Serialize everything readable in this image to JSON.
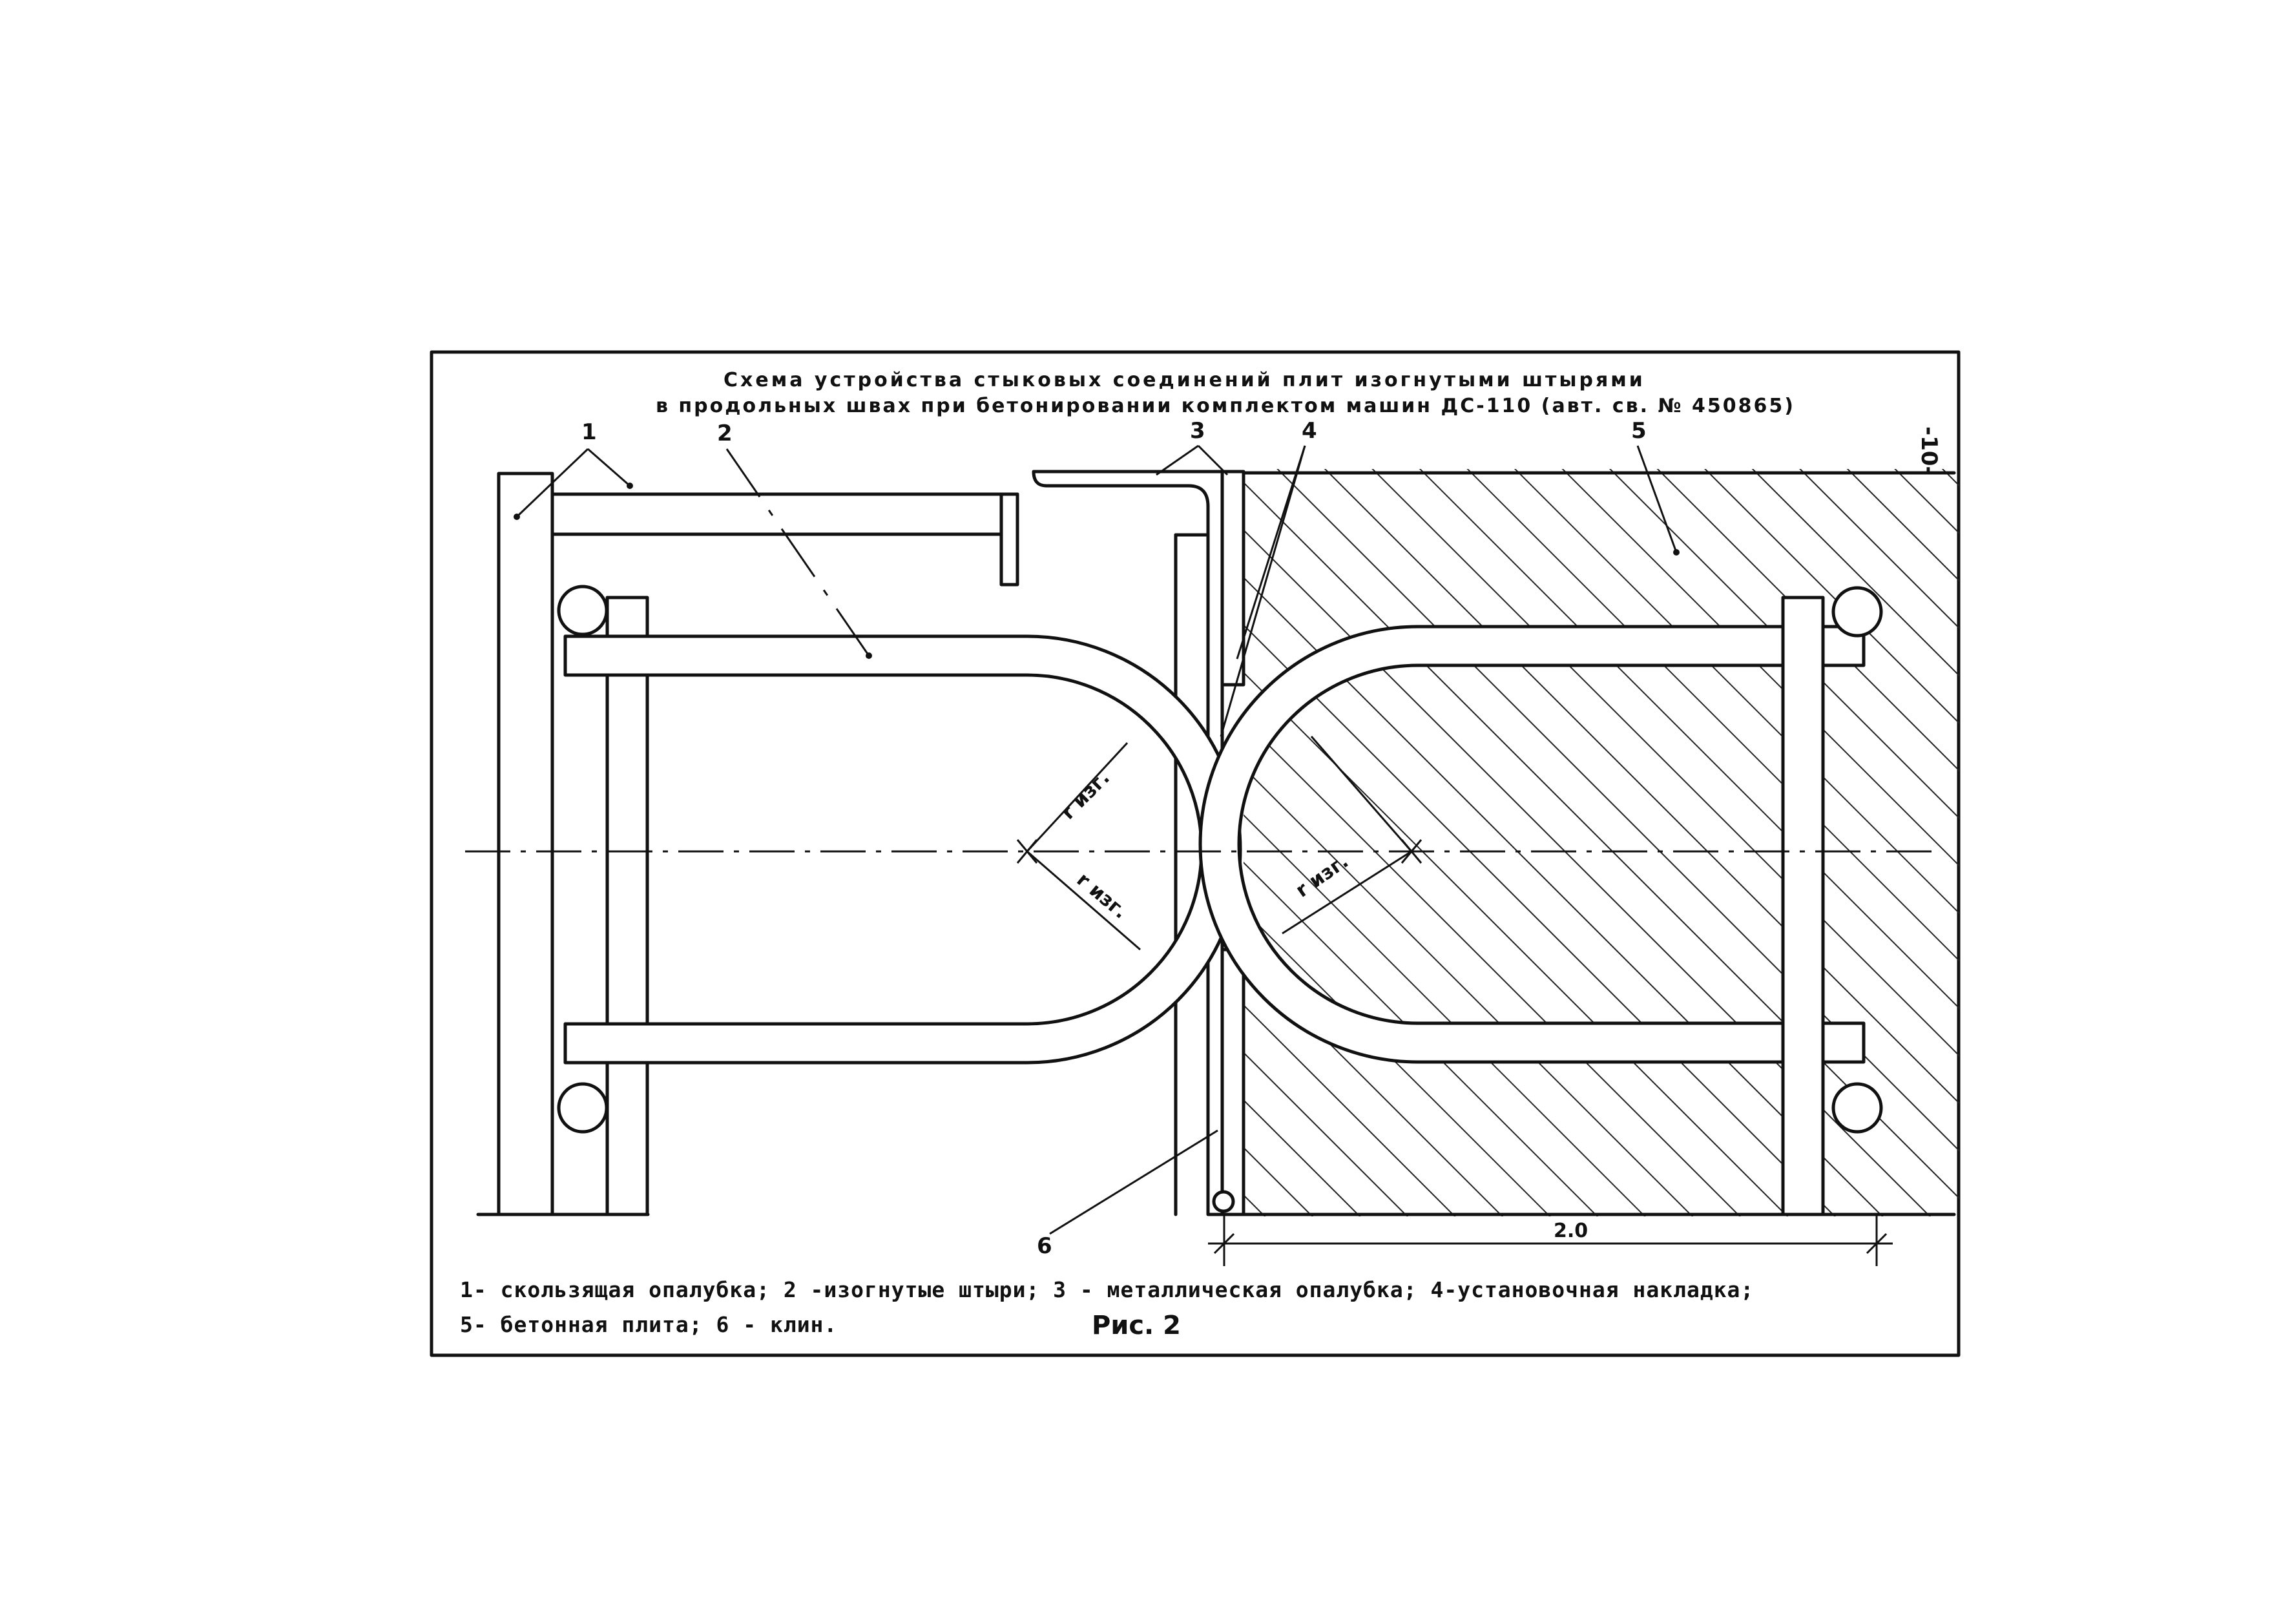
{
  "title": {
    "line1": "Схема устройства стыковых соединений плит изогнутыми штырями",
    "line2": "в продольных швах при бетонировании комплектом машин ДС-110 (авт. св. № 450865)"
  },
  "page_number": "-10-",
  "callouts": {
    "c1": "1",
    "c2": "2",
    "c3": "3",
    "c4": "4",
    "c5": "5",
    "c6": "6"
  },
  "radius_label": "r изг.",
  "dimension": "2.0",
  "legend": {
    "line1": "1- скользящая опалубка; 2 -изогнутые штыри; 3 - металлическая опалубка; 4-установочная накладка;",
    "line2": "5- бетонная плита; 6 - клин."
  },
  "figure_label": "Рис. 2"
}
